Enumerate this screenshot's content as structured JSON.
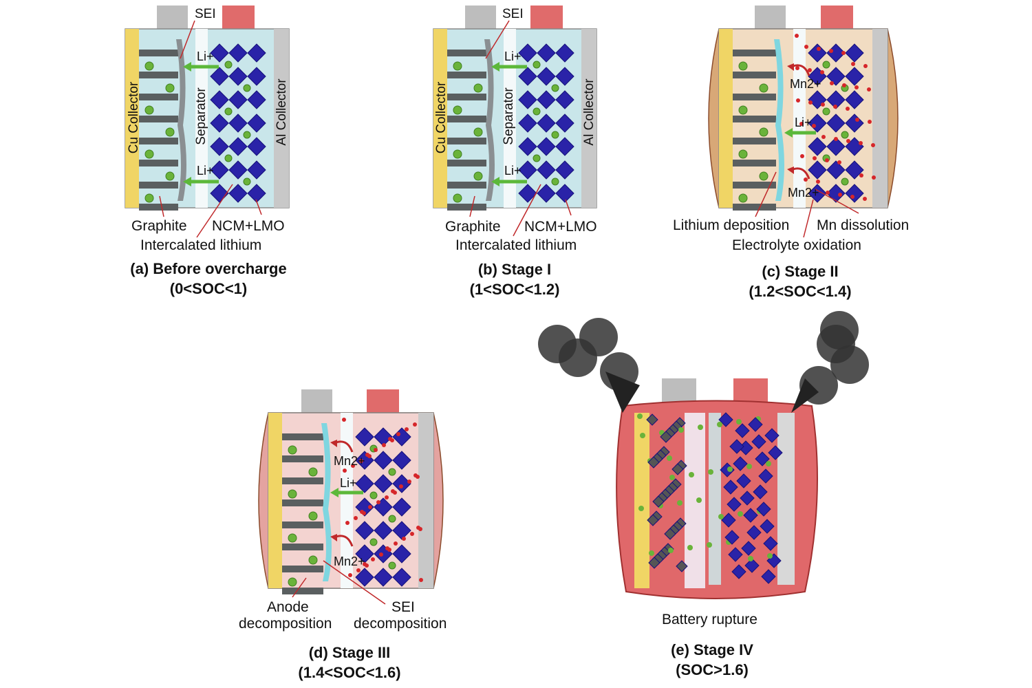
{
  "panels": {
    "a": {
      "caption": "(a) Before overcharge",
      "soc": "(0<SOC<1)",
      "sei": "SEI",
      "li_top": "Li+",
      "li_bot": "Li+",
      "cu": "Cu Collector",
      "separator": "Separator",
      "al": "Al Collector",
      "graphite": "Graphite",
      "ncm": "NCM+LMO",
      "intercalated": "Intercalated lithium"
    },
    "b": {
      "caption": "(b) Stage I",
      "soc": "(1<SOC<1.2)",
      "sei": "SEI",
      "li_top": "Li+",
      "li_bot": "Li+",
      "cu": "Cu Collector",
      "separator": "Separator",
      "al": "Al Collector",
      "graphite": "Graphite",
      "ncm": "NCM+LMO",
      "intercalated": "Intercalated lithium"
    },
    "c": {
      "caption": "(c) Stage II",
      "soc": "(1.2<SOC<1.4)",
      "mn_top": "Mn2+",
      "li": "Li+",
      "mn_bot": "Mn2+",
      "lithium_deposition": "Lithium deposition",
      "mn_dissolution": "Mn dissolution",
      "electrolyte_oxidation": "Electrolyte oxidation"
    },
    "d": {
      "caption": "(d) Stage III",
      "soc": "(1.4<SOC<1.6)",
      "mn_top": "Mn2+",
      "li": "Li+",
      "mn_bot": "Mn2+",
      "anode": "Anode decomposition",
      "anode_l1": "Anode",
      "anode_l2": "decomposition",
      "sei_l1": "SEI",
      "sei_l2": "decomposition"
    },
    "e": {
      "caption": "(e) Stage IV",
      "soc": "(SOC>1.6)",
      "rupture": "Battery rupture"
    }
  },
  "colors": {
    "cu": "#f0d565",
    "graphite": "#5a5f60",
    "lithium": "#6ab33a",
    "cathode": "#2a23a8",
    "electrolyte": "#c9e6ea",
    "anode_tab": "#bdbdbd",
    "cathode_tab": "#e06b6b",
    "sei": "#8a8f92",
    "arrow": "#5cb83a",
    "mn_arrow": "#c0282a",
    "leader": "#c0282a"
  }
}
